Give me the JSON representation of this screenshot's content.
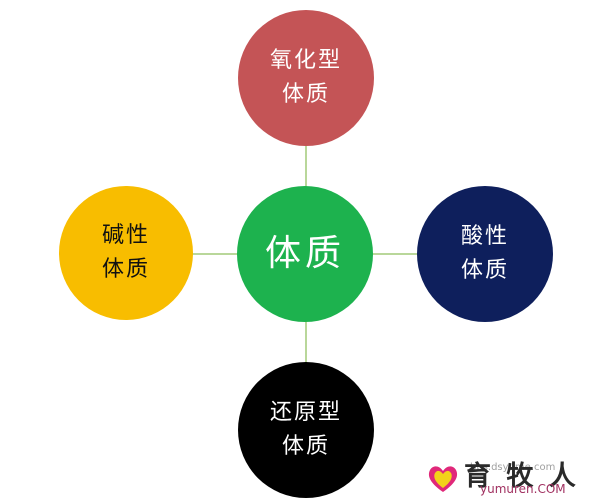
{
  "diagram": {
    "center": {
      "label": "体质",
      "color": "#1db24e"
    },
    "nodes": [
      {
        "id": "top",
        "lines": [
          "氧化型",
          "体质"
        ],
        "color": "#c45456"
      },
      {
        "id": "left",
        "lines": [
          "碱性",
          "体质"
        ],
        "color": "#f8bd00",
        "text_color": "#111111"
      },
      {
        "id": "right",
        "lines": [
          "酸性",
          "体质"
        ],
        "color": "#0e1f5c"
      },
      {
        "id": "bottom",
        "lines": [
          "还原型",
          "体质"
        ],
        "color": "#000000"
      }
    ],
    "connector_color": "#b9d79a"
  },
  "watermark": {
    "main": "育 牧 人",
    "url": "yumuren.COM",
    "small": "bbs.dsyume.com"
  }
}
